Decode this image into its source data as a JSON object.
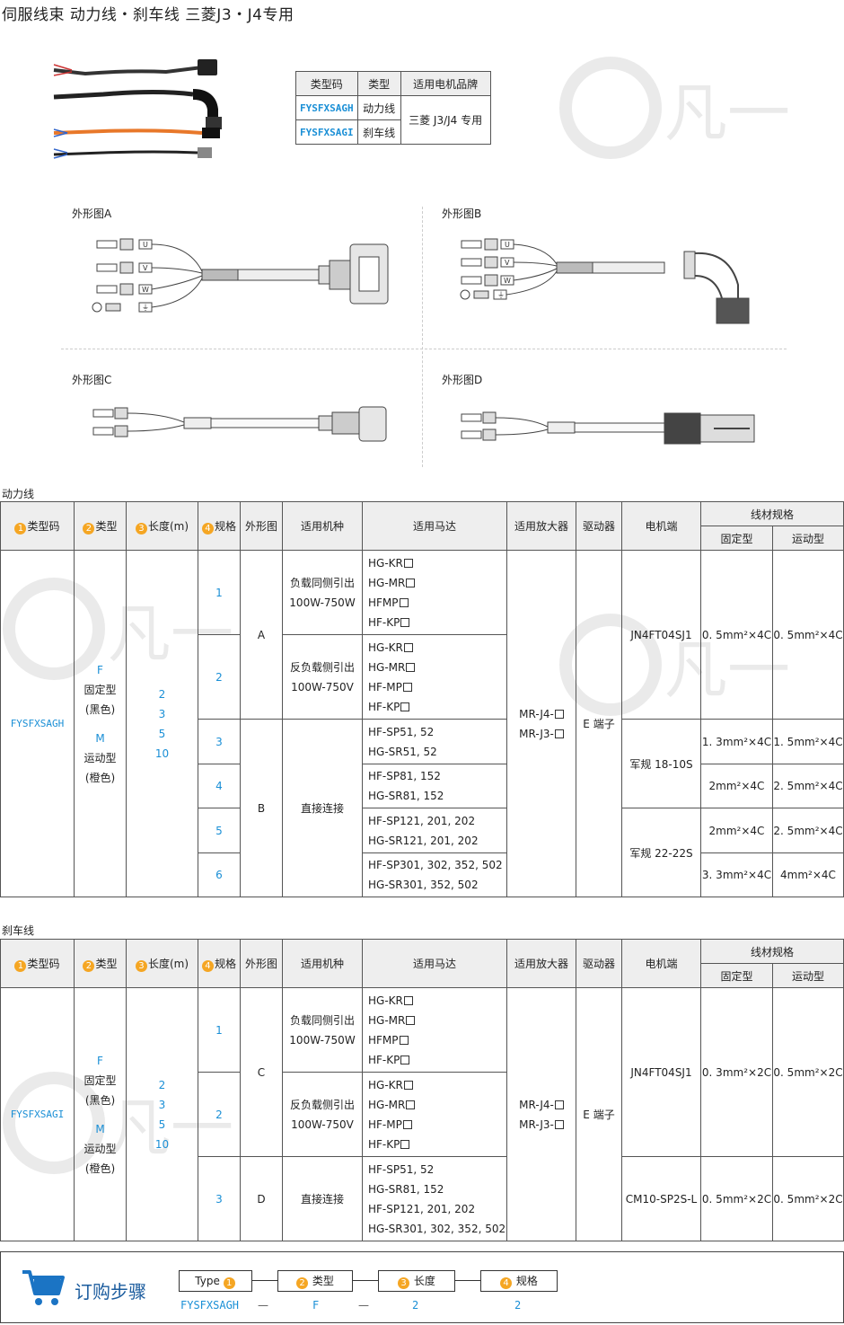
{
  "title": "伺服线束  动力线・刹车线  三菱J3・J4专用",
  "top_table": {
    "headers": [
      "类型码",
      "类型",
      "适用电机品牌"
    ],
    "rows": [
      {
        "code": "FYSFXSAGH",
        "type": "动力线"
      },
      {
        "code": "FYSFXSAGI",
        "type": "刹车线"
      }
    ],
    "brand": "三菱 J3/J4 专用"
  },
  "figures": {
    "a": "外形图A",
    "b": "外形图B",
    "c": "外形图C",
    "d": "外形图D",
    "a_marks": [
      "U",
      "V",
      "W",
      "⏚"
    ],
    "b_marks": [
      "U",
      "V",
      "W",
      "⏚"
    ]
  },
  "power": {
    "section_label": "动力线",
    "headers": {
      "n1": "1",
      "code": "类型码",
      "n2": "2",
      "type": "类型",
      "n3": "3",
      "length": "长度(m)",
      "n4": "4",
      "spec": "规格",
      "shape": "外形图",
      "machine": "适用机种",
      "motor": "适用马达",
      "amp": "适用放大器",
      "driver": "驱动器",
      "motor_end": "电机端",
      "wire": "线材规格",
      "fixed": "固定型",
      "moving": "运动型"
    },
    "code": "FYSFXSAGH",
    "types": [
      "F",
      "固定型",
      "(黑色)",
      "M",
      "运动型",
      "(橙色)"
    ],
    "lengths": [
      "2",
      "3",
      "5",
      "10"
    ],
    "amp": [
      "MR-J4-",
      "MR-J3-"
    ],
    "driver": "E 端子",
    "rows": [
      {
        "spec": "1",
        "motors": [
          "HG-KR",
          "HG-MR",
          "HFMP",
          "HF-KP"
        ]
      },
      {
        "spec": "2",
        "motors": [
          "HG-KR",
          "HG-MR",
          "HF-MP",
          "HF-KP"
        ]
      },
      {
        "spec": "3",
        "motors": [
          "HF-SP51, 52",
          "HG-SR51, 52"
        ]
      },
      {
        "spec": "4",
        "motors": [
          "HF-SP81, 152",
          "HG-SR81, 152"
        ]
      },
      {
        "spec": "5",
        "motors": [
          "HF-SP121, 201, 202",
          "HG-SR121, 201, 202"
        ]
      },
      {
        "spec": "6",
        "motors": [
          "HF-SP301, 302, 352, 502",
          "HG-SR301, 352, 502"
        ]
      }
    ],
    "shape_a": "A",
    "shape_b": "B",
    "machine_1": [
      "负载同侧引出",
      "100W-750W"
    ],
    "machine_2": [
      "反负载侧引出",
      "100W-750V"
    ],
    "machine_3": "直接连接",
    "motor_end": [
      "JN4FT04SJ1",
      "军规 18-10S",
      "军规 22-22S"
    ],
    "wire": [
      {
        "fixed": "0. 5mm²×4C",
        "moving": "0. 5mm²×4C"
      },
      {
        "fixed": "1. 3mm²×4C",
        "moving": "1. 5mm²×4C"
      },
      {
        "fixed": "2mm²×4C",
        "moving": "2. 5mm²×4C"
      },
      {
        "fixed": "2mm²×4C",
        "moving": "2. 5mm²×4C"
      },
      {
        "fixed": "3. 3mm²×4C",
        "moving": "4mm²×4C"
      }
    ]
  },
  "brake": {
    "section_label": "刹车线",
    "code": "FYSFXSAGI",
    "types": [
      "F",
      "固定型",
      "(黑色)",
      "M",
      "运动型",
      "(橙色)"
    ],
    "lengths": [
      "2",
      "3",
      "5",
      "10"
    ],
    "amp": [
      "MR-J4-",
      "MR-J3-"
    ],
    "driver": "E 端子",
    "rows": [
      {
        "spec": "1",
        "motors": [
          "HG-KR",
          "HG-MR",
          "HFMP",
          "HF-KP"
        ]
      },
      {
        "spec": "2",
        "motors": [
          "HG-KR",
          "HG-MR",
          "HF-MP",
          "HF-KP"
        ]
      },
      {
        "spec": "3",
        "motors": [
          "HF-SP51, 52",
          "HG-SR81, 152",
          "HF-SP121, 201, 202",
          "HG-SR301, 302, 352, 502"
        ]
      }
    ],
    "shape_c": "C",
    "shape_d": "D",
    "machine_1": [
      "负载同侧引出",
      "100W-750W"
    ],
    "machine_2": [
      "反负载侧引出",
      "100W-750V"
    ],
    "machine_3": "直接连接",
    "motor_end": [
      "JN4FT04SJ1",
      "CM10-SP2S-L"
    ],
    "wire": [
      {
        "fixed": "0. 3mm²×2C",
        "moving": "0. 5mm²×2C"
      },
      {
        "fixed": "0. 5mm²×2C",
        "moving": "0. 5mm²×2C"
      }
    ]
  },
  "order": {
    "title": "订购步骤",
    "steps": [
      {
        "label": "Type",
        "num": "1"
      },
      {
        "num": "2",
        "label": "类型"
      },
      {
        "num": "3",
        "label": "长度"
      },
      {
        "num": "4",
        "label": "规格"
      }
    ],
    "example": [
      "FYSFXSAGH",
      "F",
      "2",
      "2"
    ],
    "dash": "—"
  },
  "colors": {
    "accent_blue": "#1a8fd6",
    "badge_orange": "#f5a623",
    "header_bg": "#eeeeee"
  },
  "icons": [
    "cart-icon"
  ]
}
